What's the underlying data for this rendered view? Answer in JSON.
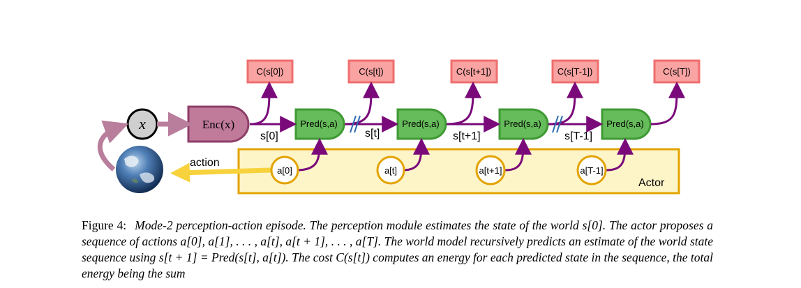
{
  "diagram": {
    "x_symbol": "x",
    "encoder_label": "Enc(x)",
    "action_label": "action",
    "actor_label": "Actor",
    "cost_labels": [
      "C(s[0])",
      "C(s[t])",
      "C(s[t+1])",
      "C(s[T-1])",
      "C(s[T])"
    ],
    "pred_labels": [
      "Pred(s,a)",
      "Pred(s,a)",
      "Pred(s,a)",
      "Pred(s,a)"
    ],
    "state_labels": [
      "s[0]",
      "s[t]",
      "s[t+1]",
      "s[T-1]"
    ],
    "action_nodes": [
      "a[0]",
      "a[t]",
      "a[t+1]",
      "a[T-1]"
    ],
    "colors": {
      "cost_fill": "#f9a3a3",
      "cost_stroke": "#f06e6e",
      "pred_fill": "#66bb5a",
      "pred_stroke": "#3f9a34",
      "encoder_fill": "#c07a9a",
      "encoder_stroke": "#8e3e68",
      "arrow": "#7a0a7a",
      "actor_fill": "#fdf4c8",
      "actor_stroke": "#e3a300",
      "action_arrow": "#f7d23c",
      "feedback_arrow": "#b97e9c",
      "break_mark": "#2d6cb0"
    }
  },
  "caption": {
    "label": "Figure 4:",
    "text": "Mode-2 perception-action episode. The perception module estimates the state of the world s[0]. The actor proposes a sequence of actions a[0], a[1], . . . , a[t], a[t + 1], . . . , a[T]. The world model recursively predicts an estimate of the world state sequence using s[t + 1] = Pred(s[t], a[t]). The cost C(s[t]) computes an energy for each predicted state in the sequence, the total energy being the sum"
  }
}
